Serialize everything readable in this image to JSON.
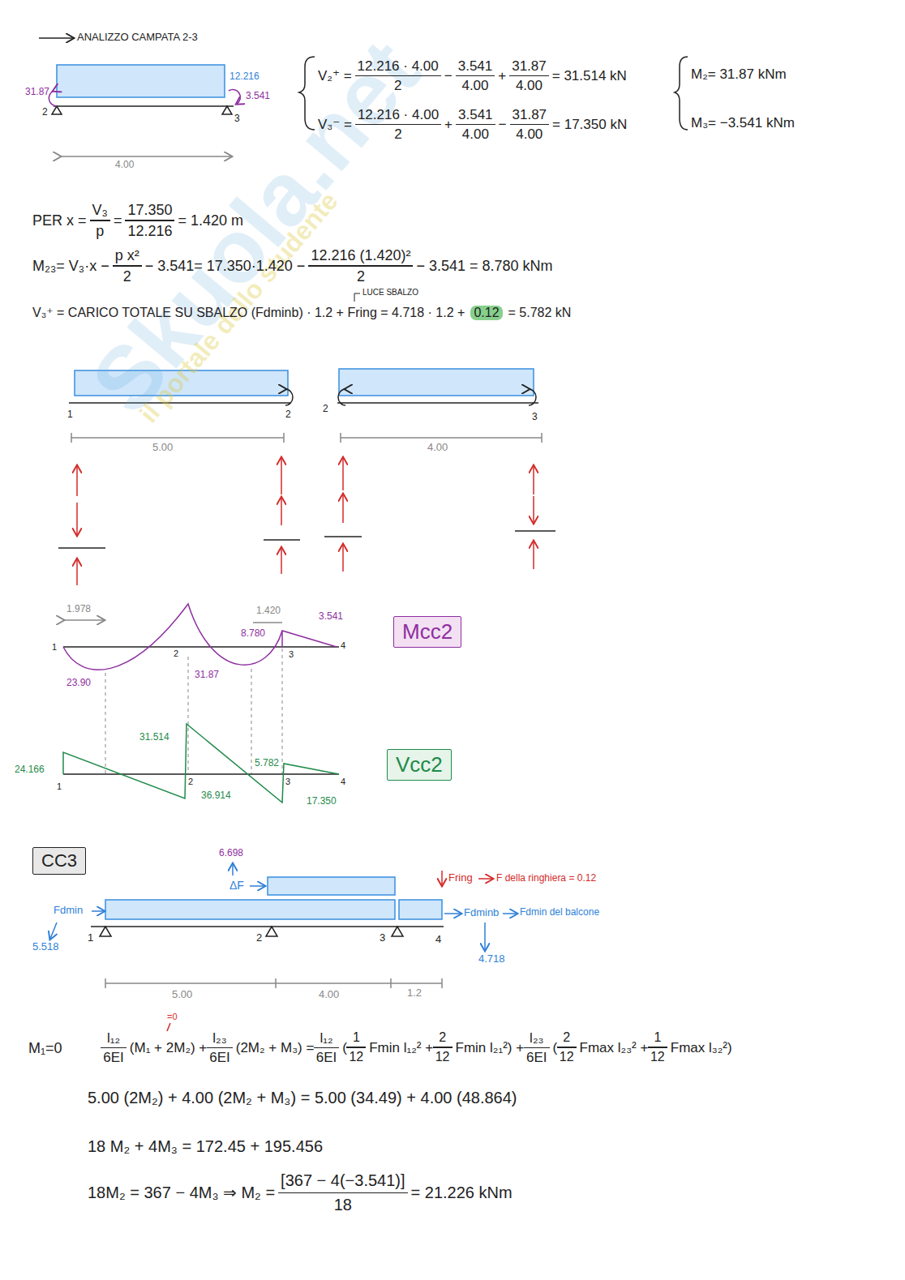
{
  "diagram": {
    "nodes": [
      {
        "text": [
          "Mcc2"
        ]
      },
      {
        "text": [
          "Vcc2"
        ]
      },
      {
        "text": [
          "CC3"
        ]
      }
    ],
    "labels": [
      "Skuola.net",
      "il portale dello studente",
      "ANALIZZO CAMPATA 2-3",
      "31.87",
      "2",
      "12.216",
      "3.541",
      "3",
      "4.00",
      "V₂⁺ =",
      "12.216 · 4.00",
      "2",
      "−",
      "3.541",
      "4.00",
      "+",
      "31.87",
      "4.00",
      "= 31.514 kN",
      "V₃⁻ =",
      "12.216 · 4.00",
      "2",
      "+",
      "3.541",
      "4.00",
      "−",
      "31.87",
      "4.00",
      "= 17.350 kN",
      "M₂= 31.87 kNm",
      "M₃= −3.541 kNm",
      "PER x =",
      "V₃",
      "p",
      "=",
      "17.350",
      "12.216",
      "= 1.420 m",
      "M₂₃= V₃·x −",
      "p x²",
      "2",
      "− 3.541= 17.350·1.420 −",
      "12.216 (1.420)²",
      "2",
      "− 3.541 = 8.780 kNm",
      "LUCE SBALZO",
      "V₃⁺ = CARICO TOTALE SU SBALZO (Fdminb) · 1.2 + Fring = 4.718 · 1.2 +",
      "0.12",
      "= 5.782 kN",
      "1",
      "2",
      "2",
      "3",
      "5.00",
      "4.00",
      "1.978",
      "1.420",
      "8.780",
      "3.541",
      "23.90",
      "31.87",
      "1",
      "2",
      "3",
      "4",
      "24.166",
      "31.514",
      "36.914",
      "5.782",
      "17.350",
      "1",
      "2",
      "3",
      "4",
      "6.698",
      "ΔF",
      "Fdmin",
      "5.518",
      "1",
      "2",
      "3",
      "4",
      "Fring",
      "F della ringhiera = 0.12",
      "Fdminb",
      "Fdmin del balcone",
      "4.718",
      "5.00",
      "4.00",
      "1.2",
      "M₁=0",
      "=0",
      "l₁₂",
      "6EI",
      "(M₁ + 2M₂) +",
      "l₂₃",
      "6EI",
      "(2M₂ + M₃) =",
      "l₁₂",
      "6EI",
      "(",
      "1",
      "12",
      "Fmin l₁₂² +",
      "2",
      "12",
      "Fmin l₂₁²) +",
      "l₂₃",
      "6EI",
      "(",
      "2",
      "12",
      "Fmax l₂₃² +",
      "1",
      "12",
      "Fmax l₃₂²)",
      "5.00 (2M₂) + 4.00 (2M₂ + M₃) = 5.00 (34.49) + 4.00 (48.864)",
      "18 M₂ + 4M₃ = 172.45 + 195.456",
      "18M₂ = 367 − 4M₃ ⇒ M₂ =",
      "[367 − 4(−3.541)]",
      "18",
      "= 21.226 kNm"
    ]
  }
}
